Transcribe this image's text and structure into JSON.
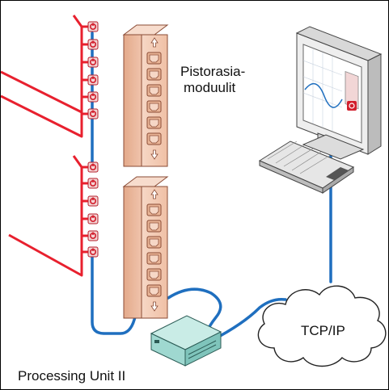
{
  "labels": {
    "module_line1": "Pistorasia-",
    "module_line2": "moduulit",
    "network": "TCP/IP",
    "processing_unit": "Processing Unit II"
  },
  "colors": {
    "power_cable": "#e8202e",
    "data_cable": "#1f6fbf",
    "pdu_body": "#f2c9b3",
    "processing_unit": "#9fd8d0",
    "monitor_frame": "#d8d8d8"
  },
  "icons": [
    "power-socket-icon",
    "outlet-icon",
    "arrow-up-icon",
    "arrow-down-icon",
    "cloud-icon",
    "monitor-icon",
    "keyboard-icon"
  ]
}
